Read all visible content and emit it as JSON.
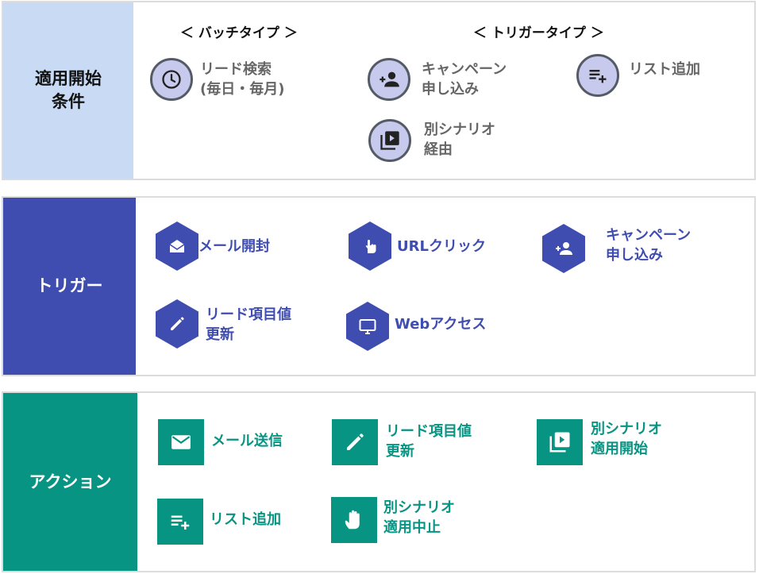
{
  "start_conditions": {
    "title_lines": [
      "適用開始",
      "条件"
    ],
    "batch_header": "＜ バッチタイプ ＞",
    "trigger_header": "＜ トリガータイプ ＞",
    "batch_items": [
      {
        "lines": [
          "リード検索",
          "(毎日・毎月)"
        ],
        "icon": "clock-icon"
      }
    ],
    "trigger_items": [
      {
        "lines": [
          "キャンペーン",
          "申し込み"
        ],
        "icon": "person-add-icon"
      },
      {
        "lines": [
          "リスト追加"
        ],
        "icon": "playlist-add-icon"
      },
      {
        "lines": [
          "別シナリオ",
          "経由"
        ],
        "icon": "video-library-icon"
      }
    ]
  },
  "triggers": {
    "title": "トリガー",
    "items": [
      {
        "lines": [
          "メール開封"
        ],
        "icon": "open-mail-icon"
      },
      {
        "lines": [
          "URLクリック"
        ],
        "icon": "touch-icon"
      },
      {
        "lines": [
          "キャンペーン",
          "申し込み"
        ],
        "icon": "person-add-icon"
      },
      {
        "lines": [
          "リード項目値",
          "更新"
        ],
        "icon": "pencil-icon"
      },
      {
        "lines": [
          "Webアクセス"
        ],
        "icon": "monitor-icon"
      }
    ]
  },
  "actions": {
    "title": "アクション",
    "items": [
      {
        "lines": [
          "メール送信"
        ],
        "icon": "mail-icon"
      },
      {
        "lines": [
          "リード項目値",
          "更新"
        ],
        "icon": "pencil-icon"
      },
      {
        "lines": [
          "別シナリオ",
          "適用開始"
        ],
        "icon": "video-library-icon"
      },
      {
        "lines": [
          "リスト追加"
        ],
        "icon": "playlist-add-icon"
      },
      {
        "lines": [
          "別シナリオ",
          "適用中止"
        ],
        "icon": "hand-stop-icon"
      }
    ]
  },
  "colors": {
    "start_bg": "#c8daf4",
    "trigger_accent": "#3f4db0",
    "action_accent": "#079483",
    "circle_fill": "#c7caec",
    "panel_border": "#dcdcdc"
  }
}
